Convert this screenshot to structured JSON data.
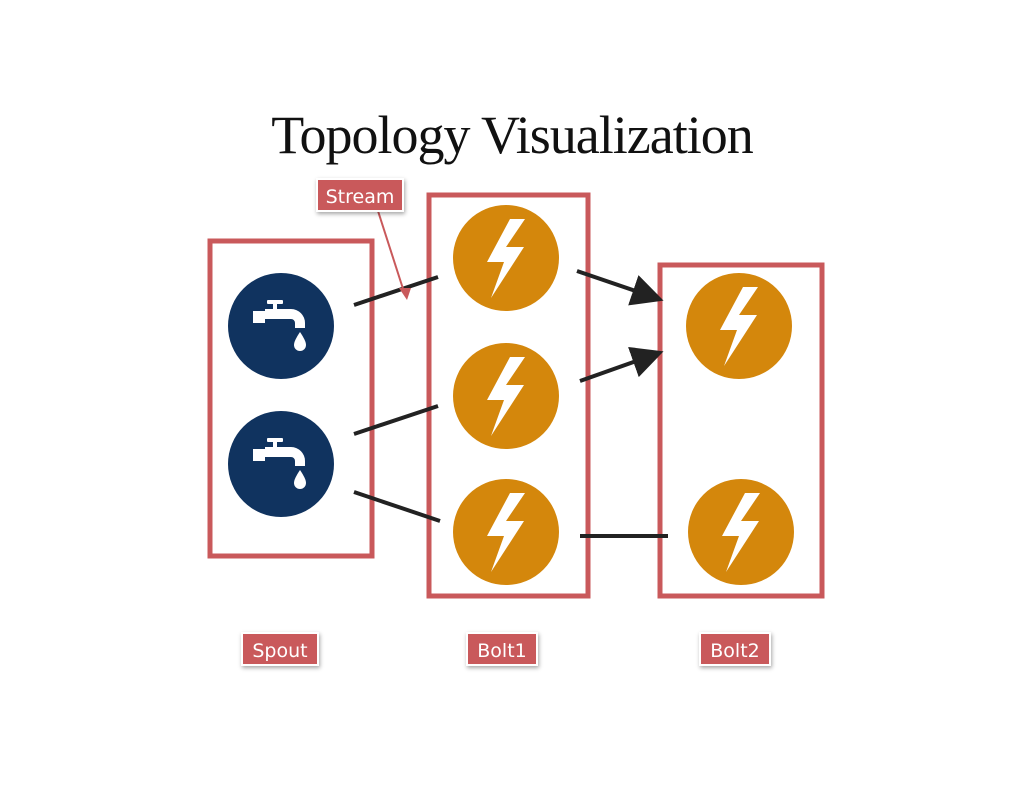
{
  "slide": {
    "title": "Topology Visualization"
  },
  "labels": {
    "stream": "Stream",
    "spout": "Spout",
    "bolt1": "Bolt1",
    "bolt2": "Bolt2"
  },
  "colors": {
    "group_border": "#c9595b",
    "label_bg": "#c9595b",
    "spout_node": "#10335f",
    "bolt_node": "#d4870c",
    "edge": "#222222"
  },
  "icons": {
    "spout": "faucet-icon",
    "bolt": "lightning-bolt-icon"
  }
}
